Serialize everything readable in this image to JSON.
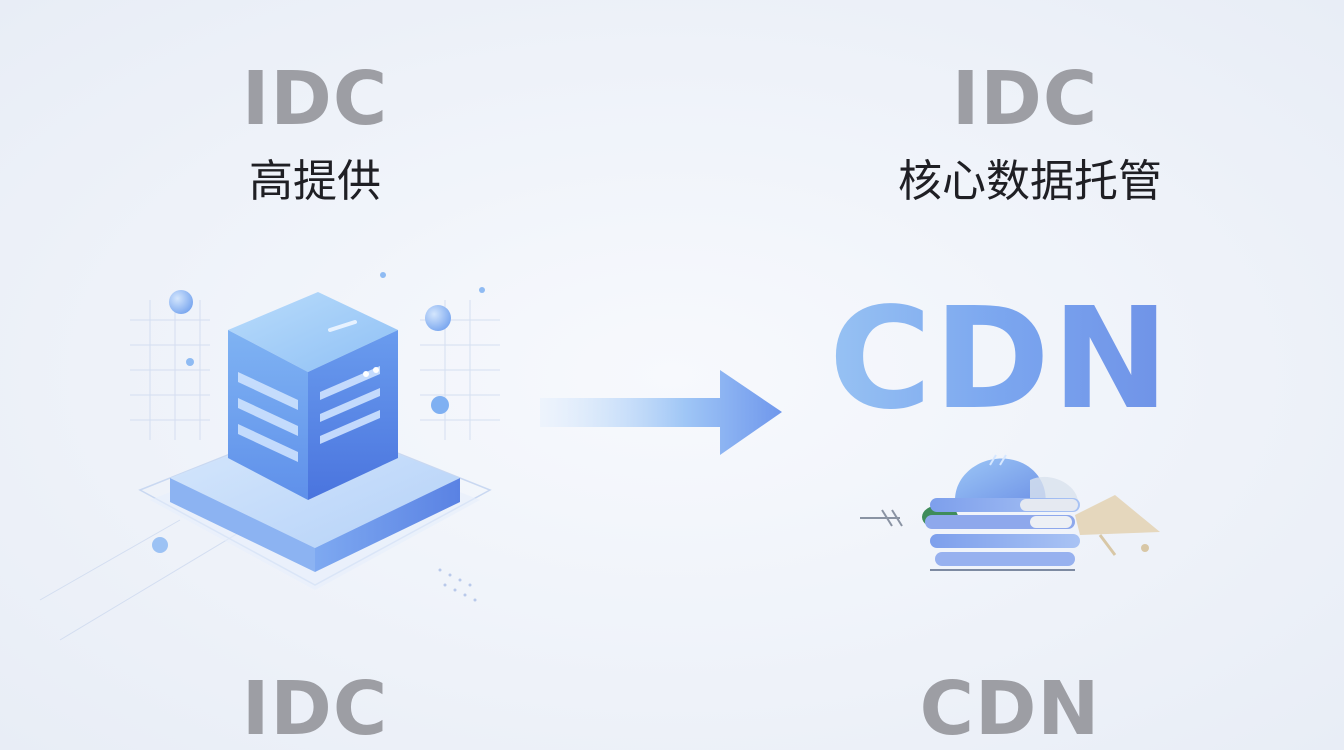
{
  "left": {
    "top_label": "IDC",
    "caption": "高提供",
    "bottom_label": "IDC",
    "illustration_icon": "server-cube-icon"
  },
  "right": {
    "top_label": "IDC",
    "caption": "核心数据托管",
    "center_label": "CDN",
    "bottom_label": "CDN",
    "illustration_icon": "cloud-stack-icon"
  },
  "arrow_icon": "arrow-right-icon",
  "colors": {
    "accent_blue": "#6f93ea",
    "light_blue": "#a8cdf6",
    "label_gray": "#9d9ea4",
    "caption_dark": "#1f1f24"
  }
}
